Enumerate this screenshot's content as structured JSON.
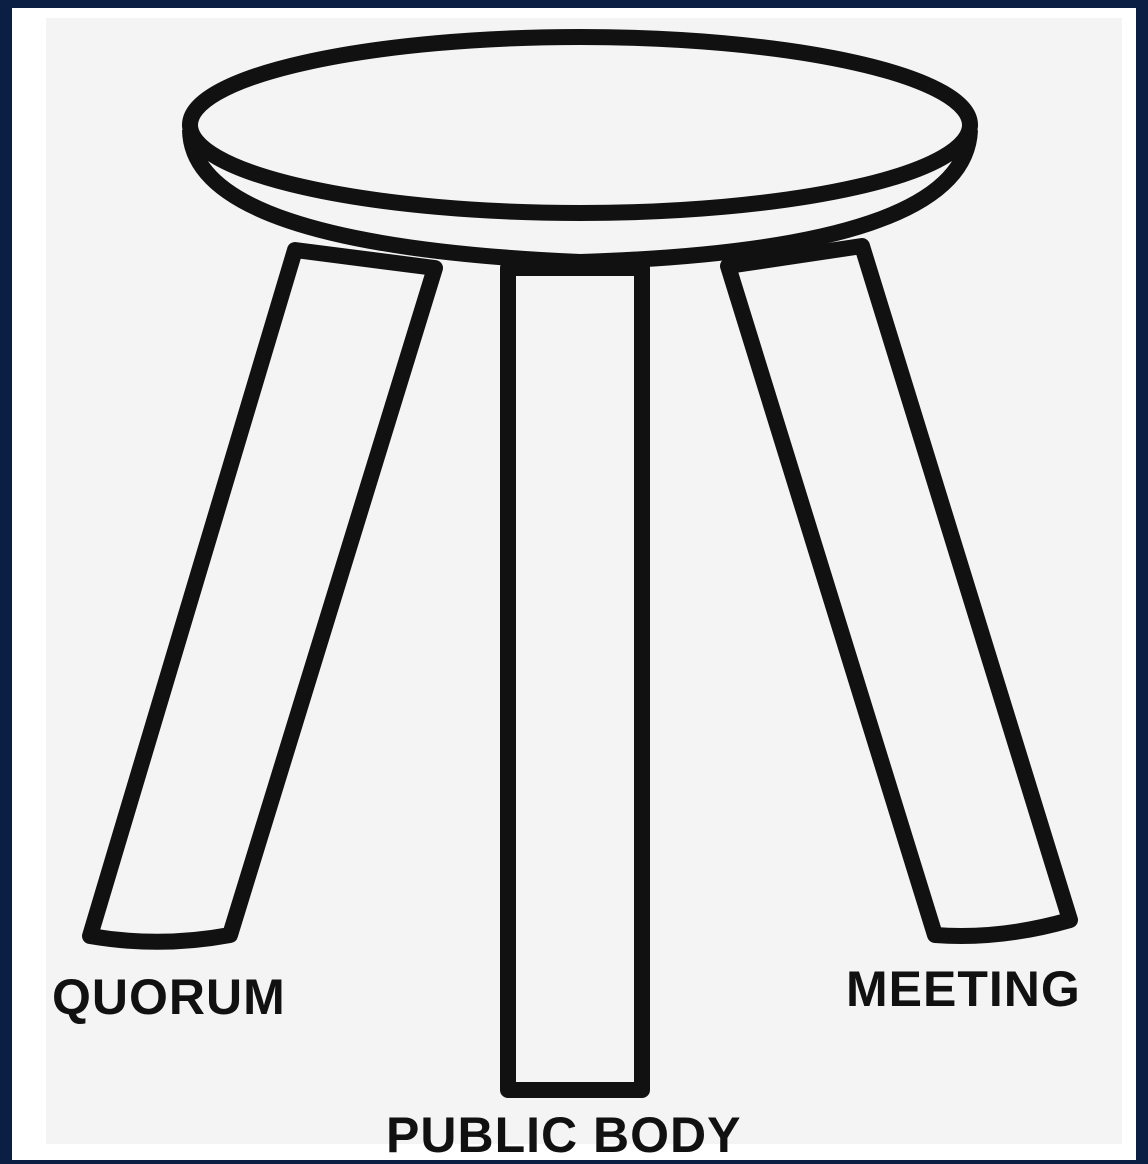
{
  "diagram": {
    "seat_label": "",
    "legs": [
      {
        "id": "left",
        "label": "QUORUM"
      },
      {
        "id": "center",
        "label": "PUBLIC BODY"
      },
      {
        "id": "right",
        "label": "MEETING"
      }
    ]
  },
  "colors": {
    "frame": "#0b1f45",
    "background": "#f4f4f4",
    "stroke": "#111111",
    "fill": "#f4f4f4",
    "text": "#111111"
  }
}
